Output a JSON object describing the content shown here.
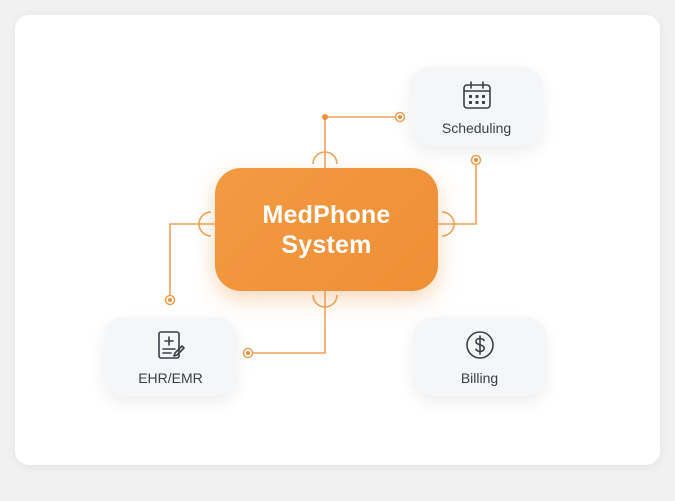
{
  "hub": {
    "title": "MedPhone System"
  },
  "nodes": {
    "scheduling": {
      "label": "Scheduling",
      "icon": "calendar-icon"
    },
    "ehr": {
      "label": "EHR/EMR",
      "icon": "medical-record-icon"
    },
    "billing": {
      "label": "Billing",
      "icon": "dollar-circle-icon"
    }
  },
  "colors": {
    "accent": "#ef8f36",
    "connector": "#f0a25a",
    "node_bg": "#f5f6f8",
    "icon": "#3a3f47"
  }
}
